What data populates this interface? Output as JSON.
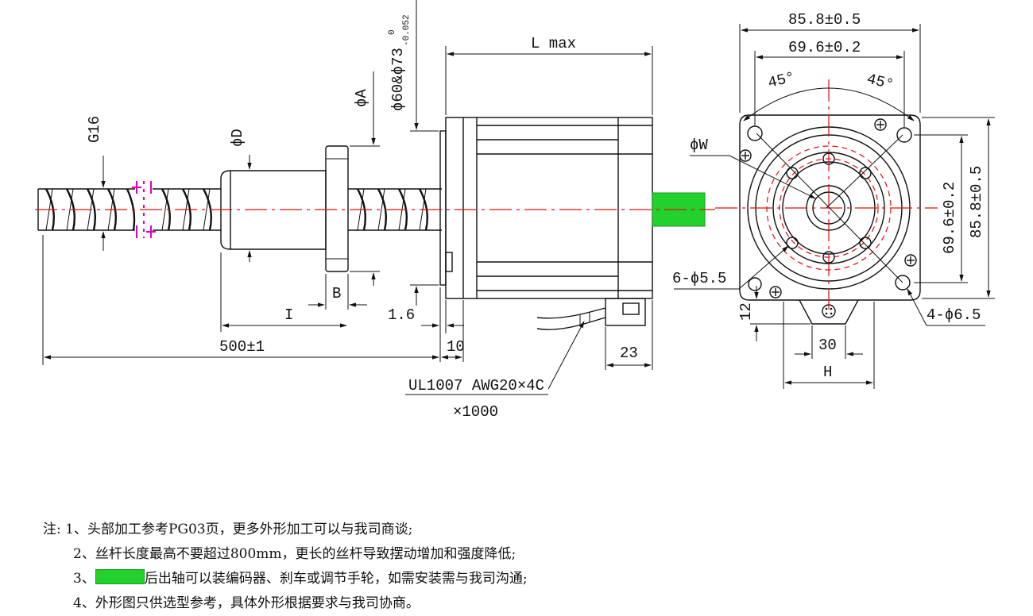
{
  "dimensions": {
    "g16": "G16",
    "phi_d": "ϕD",
    "phi_a": "ϕA",
    "phi_flange": "ϕ60&ϕ73",
    "phi_flange_tol_upper": "0",
    "phi_flange_tol_lower": "-0.052",
    "l_max": "L max",
    "b": "B",
    "i": "I",
    "d_1_6": "1.6",
    "d_500": "500±1",
    "d_10": "10",
    "d_23": "23",
    "width_outer": "85.8±0.5",
    "width_inner": "69.6±0.2",
    "angle_left": "45°",
    "angle_right": "45°",
    "phi_w": "ϕW",
    "holes_6": "6-ϕ5.5",
    "holes_4": "4-ϕ6.5",
    "height_inner": "69.6±0.2",
    "height_outer": "85.8±0.5",
    "d_12": "12",
    "d_30": "30",
    "h": "H"
  },
  "cable": {
    "spec": "UL1007 AWG20×4C",
    "length": "×1000"
  },
  "notes": {
    "prefix": "注:",
    "n1": "1、头部加工参考PG03页，更多外形加工可以与我司商谈;",
    "n2": "2、丝杆长度最高不要超过800mm，更长的丝杆导致摆动增加和强度降低;",
    "n3_num": "3、",
    "n3_text": "后出轴可以装编码器、刹车或调节手轮，如需安装需与我司沟通;",
    "n4": "4、外形图只供选型参考，具体外形根据要求与我司协商。"
  },
  "colors": {
    "rear_shaft": "#22d12e",
    "centerline": "#e01010",
    "break_mark": "#e000c0"
  }
}
